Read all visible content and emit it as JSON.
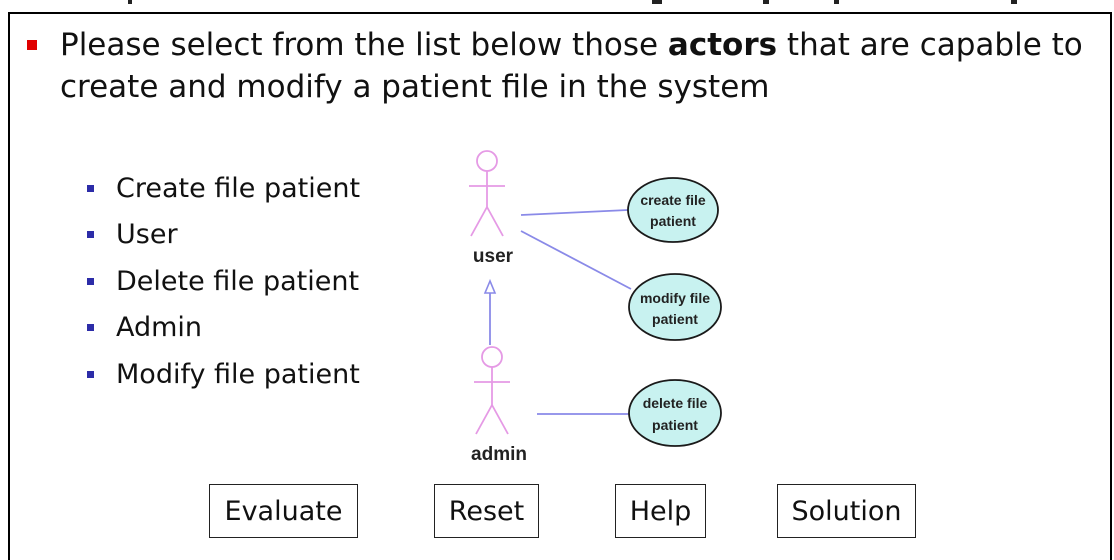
{
  "question": {
    "text_before": "Please select from the list below those ",
    "emphasis": "actors",
    "text_after": " that are capable to create and modify a patient file in the system"
  },
  "options": [
    {
      "label": "Create file patient"
    },
    {
      "label": "User"
    },
    {
      "label": "Delete file patient"
    },
    {
      "label": "Admin"
    },
    {
      "label": "Modify file patient"
    }
  ],
  "diagram": {
    "actors": {
      "user": "user",
      "admin": "admin"
    },
    "use_cases": {
      "create": [
        "create file",
        "patient"
      ],
      "modify": [
        "modify file",
        "patient"
      ],
      "delete": [
        "delete file",
        "patient"
      ]
    },
    "colors": {
      "actor_stroke": "#e59ae5",
      "association": "#8a8ae8",
      "use_case_fill": "#c8f2f0",
      "use_case_stroke": "#1a1a1a",
      "question_bullet": "#e00000",
      "option_bullet": "#2c2ca8"
    }
  },
  "buttons": {
    "evaluate": "Evaluate",
    "reset": "Reset",
    "help": "Help",
    "solution": "Solution"
  }
}
